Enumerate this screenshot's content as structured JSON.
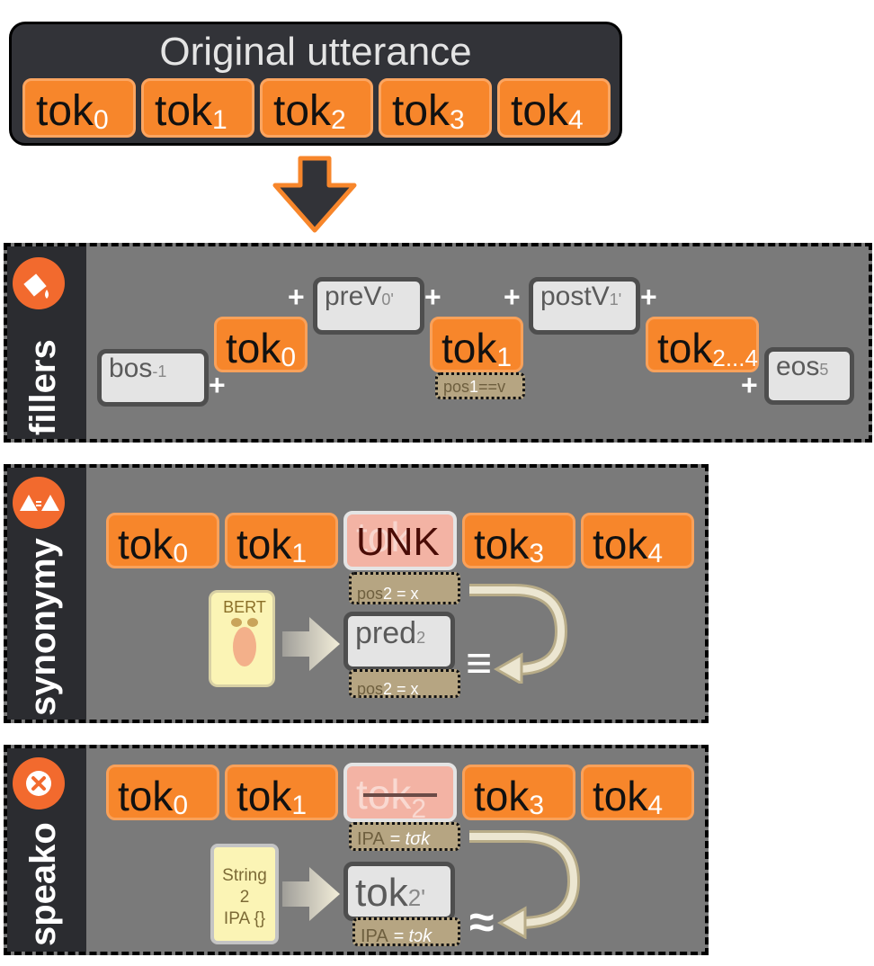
{
  "header": {
    "title": "Original utterance",
    "tokens": [
      {
        "base": "tok",
        "sub": "0"
      },
      {
        "base": "tok",
        "sub": "1"
      },
      {
        "base": "tok",
        "sub": "2"
      },
      {
        "base": "tok",
        "sub": "3"
      },
      {
        "base": "tok",
        "sub": "4"
      }
    ]
  },
  "fillers": {
    "label": "fillers",
    "bos": {
      "base": "bos",
      "sub": "-1"
    },
    "tok0": {
      "base": "tok",
      "sub": "0"
    },
    "preV": {
      "base": "preV",
      "sub": "0'"
    },
    "tok1": {
      "base": "tok",
      "sub": "1"
    },
    "cond": {
      "pre": "pos",
      "num": "1",
      "post": "==v"
    },
    "postV": {
      "base": "postV",
      "sub": "1'"
    },
    "tok24": {
      "base": "tok",
      "sub": "2...4"
    },
    "eos": {
      "base": "eos",
      "sub": "5"
    },
    "plus": "+"
  },
  "synonymy": {
    "label": "synonymy",
    "tokens": [
      {
        "base": "tok",
        "sub": "0"
      },
      {
        "base": "tok",
        "sub": "1"
      },
      {
        "base": "tok",
        "sub": "3"
      },
      {
        "base": "tok",
        "sub": "4"
      }
    ],
    "unk": "UNK",
    "hidden_tok": "tok",
    "cond": {
      "pre": "pos",
      "num": "2",
      "post": " = x"
    },
    "model": "BERT",
    "pred": {
      "base": "pred",
      "sub": "2"
    },
    "equiv": "≡"
  },
  "speako": {
    "label": "speako",
    "tokens": [
      {
        "base": "tok",
        "sub": "0"
      },
      {
        "base": "tok",
        "sub": "1"
      },
      {
        "base": "tok",
        "sub": "3"
      },
      {
        "base": "tok",
        "sub": "4"
      }
    ],
    "struck": {
      "base": "tok",
      "sub": "2"
    },
    "ipa1": {
      "pre": "IPA",
      "post": " = tσk"
    },
    "func": [
      "String",
      "2",
      "IPA {}"
    ],
    "out": {
      "base": "tok",
      "sub": "2'"
    },
    "ipa2": {
      "pre": "IPA",
      "post": " = tɔk"
    },
    "approx": "≈"
  },
  "colors": {
    "orange": "#f7862b",
    "dark": "#323338",
    "panel": "#7a7a7a",
    "unk": "#f3b3a4",
    "cond": "#b6a582",
    "arrow": "#ece6d1"
  }
}
